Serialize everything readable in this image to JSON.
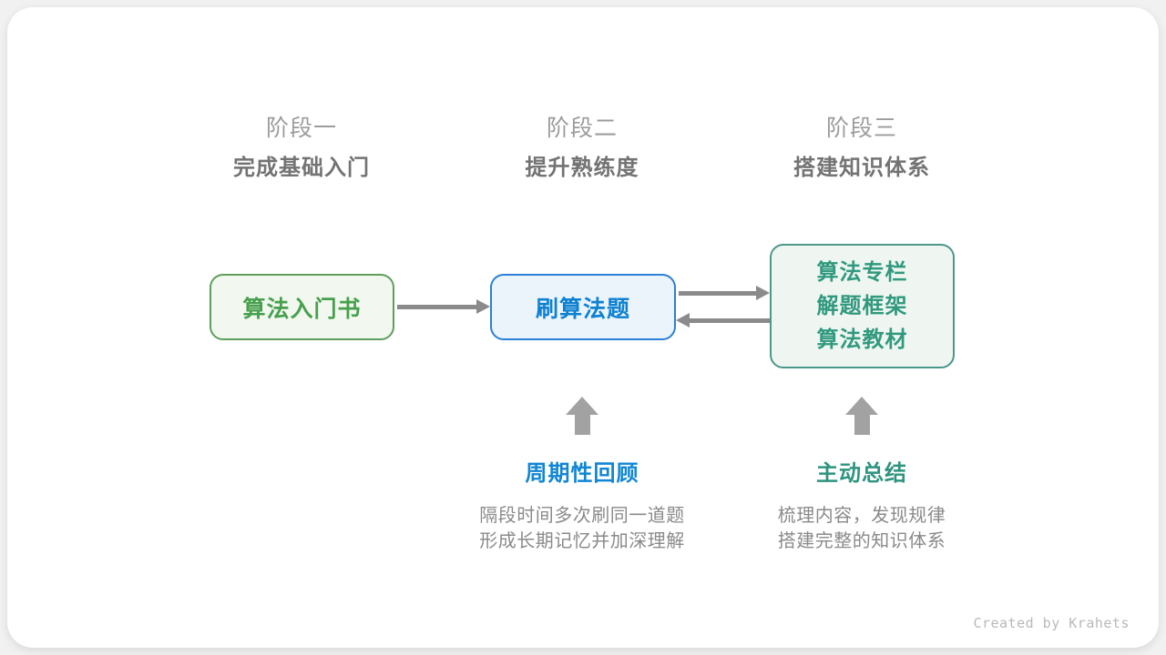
{
  "page": {
    "watermark": "Created by Krahets"
  },
  "stages": [
    {
      "label": "阶段一",
      "subtitle": "完成基础入门"
    },
    {
      "label": "阶段二",
      "subtitle": "提升熟练度"
    },
    {
      "label": "阶段三",
      "subtitle": "搭建知识体系"
    }
  ],
  "nodes": {
    "intro_book": {
      "label": "算法入门书"
    },
    "practice": {
      "label": "刷算法题"
    },
    "resources": {
      "lines": [
        "算法专栏",
        "解题框架",
        "算法教材"
      ]
    }
  },
  "annotations": {
    "review": {
      "title": "周期性回顾",
      "lines": [
        "隔段时间多次刷同一道题",
        "形成长期记忆并加深理解"
      ]
    },
    "summarize": {
      "title": "主动总结",
      "lines": [
        "梳理内容，发现规律",
        "搭建完整的知识体系"
      ]
    }
  },
  "colors": {
    "page_background": "#f1f1f1",
    "card_background": "#ffffff",
    "stage_title": "#9c9c9c",
    "stage_subtitle": "#737373",
    "green_border": "#5f9e5c",
    "green_fill": "#f2f8ef",
    "green_text": "#47a04e",
    "blue_border": "#2c80d5",
    "blue_fill": "#ebf4fb",
    "blue_text": "#0e81d2",
    "teal_border": "#4d968b",
    "teal_fill": "#eff6f2",
    "teal_text": "#31997e",
    "connector_arrow": "#8b8b8b",
    "block_arrow": "#a2a2a2",
    "annotation_blue": "#1186d4",
    "annotation_teal": "#2e9480",
    "description_text": "#8a8a8a",
    "watermark_text": "#b9b9b9"
  }
}
